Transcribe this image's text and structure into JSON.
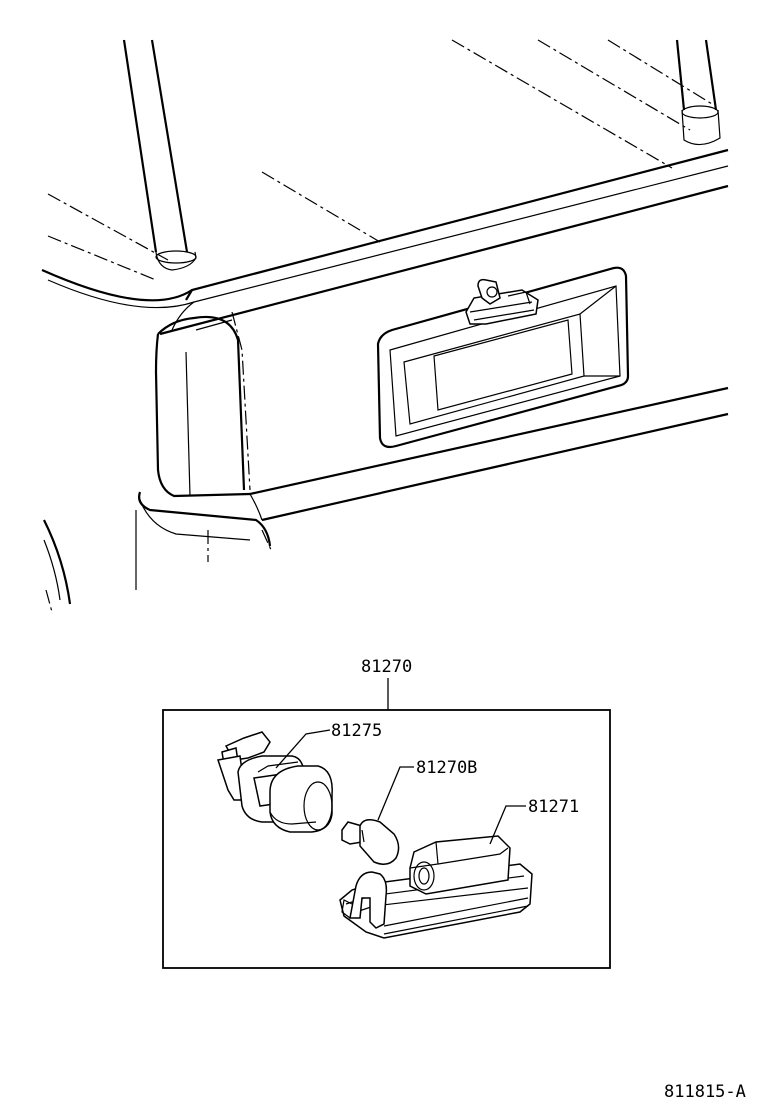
{
  "callouts": {
    "assembly": "81270",
    "socket": "81275",
    "bulb": "81270B",
    "lens_housing": "81271"
  },
  "figure_code": "811815-A"
}
